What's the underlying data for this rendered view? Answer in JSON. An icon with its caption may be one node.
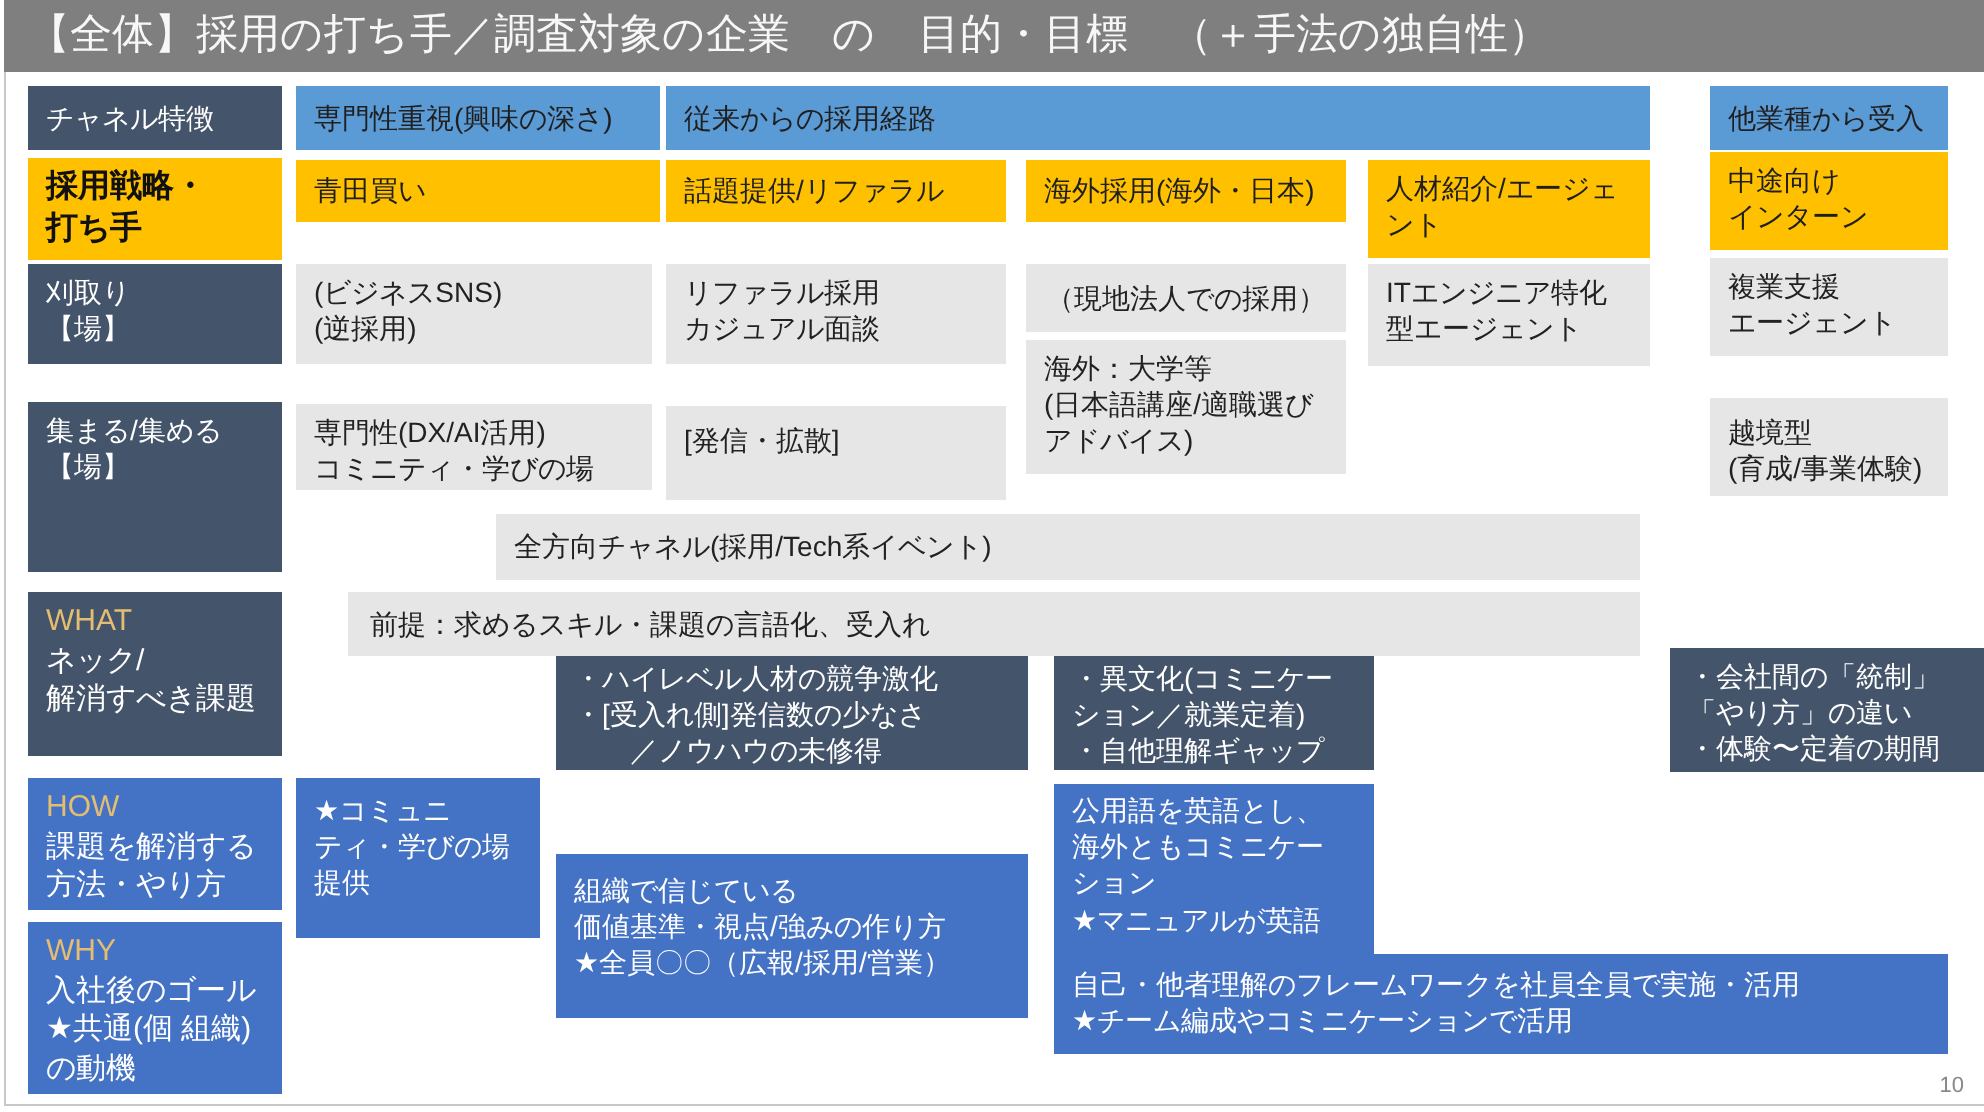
{
  "diagram": {
    "title": "【全体】採用の打ち手／調査対象の企業　の　目的・目標　（＋手法の独自性）",
    "nodes": [
      {
        "text": [
          "チャネル特徴"
        ]
      },
      {
        "text": [
          "専門性重視(興味の深さ)"
        ]
      },
      {
        "text": [
          "従来からの採用経路"
        ]
      },
      {
        "text": [
          "他業種から受入"
        ]
      },
      {
        "text": [
          "採用戦略・打ち手"
        ]
      },
      {
        "text": [
          "青田買い"
        ]
      },
      {
        "text": [
          "話題提供/リファラル"
        ]
      },
      {
        "text": [
          "海外採用(海外・日本)"
        ]
      },
      {
        "text": [
          "人材紹介/エージェント"
        ]
      },
      {
        "text": [
          "中途向け",
          "インターン"
        ]
      },
      {
        "text": [
          "刈取り",
          "【場】"
        ]
      },
      {
        "text": [
          "(ビジネスSNS)",
          "(逆採用)"
        ]
      },
      {
        "text": [
          "リファラル採用",
          "カジュアル面談"
        ]
      },
      {
        "text": [
          "（現地法人での採用）"
        ]
      },
      {
        "text": [
          "ITエンジニア特化型エージェント"
        ]
      },
      {
        "text": [
          "複業支援",
          "エージェント"
        ]
      },
      {
        "text": [
          "海外：大学等",
          "(日本語講座/適職選びアドバイス)"
        ]
      },
      {
        "text": [
          "集まる/集める",
          "【場】"
        ]
      },
      {
        "text": [
          "専門性(DX/AI活用)",
          "コミニティ・学びの場"
        ]
      },
      {
        "text": [
          "[発信・拡散]"
        ]
      },
      {
        "text": [
          "越境型",
          "(育成/事業体験)"
        ]
      },
      {
        "text": [
          "全方向チャネル(採用/Tech系イベント)"
        ]
      },
      {
        "text": [
          "WHAT",
          "ネック/",
          "解消すべき課題"
        ]
      },
      {
        "text": [
          "前提：求めるスキル・課題の言語化、受入れ"
        ]
      },
      {
        "text": [
          "・ハイレベル人材の競争激化",
          "・[受入れ側]発信数の少なさ",
          "／ノウハウの未修得"
        ]
      },
      {
        "text": [
          "・異文化(コミニケーション／就業定着)",
          "・自他理解ギャップ"
        ]
      },
      {
        "text": [
          "・会社間の「統制」「やり方」の違い",
          "・体験〜定着の期間"
        ]
      },
      {
        "text": [
          "HOW",
          "課題を解消する方法・やり方"
        ]
      },
      {
        "text": [
          "★コミュニティ・学びの場提供"
        ]
      },
      {
        "text": [
          "公用語を英語とし、海外ともコミニケーション",
          "★マニュアルが英語"
        ]
      },
      {
        "text": [
          "組織で信じている",
          "価値基準・視点/強みの作り方",
          "★全員〇〇（広報/採用/営業）"
        ]
      },
      {
        "text": [
          "WHY",
          "入社後のゴール",
          "★共通(個 組織)の動機"
        ]
      },
      {
        "text": [
          "自己・他者理解のフレームワークを社員全員で実施・活用",
          "★チーム編成やコミニケーションで活用"
        ]
      }
    ],
    "labels": [
      "10"
    ]
  }
}
